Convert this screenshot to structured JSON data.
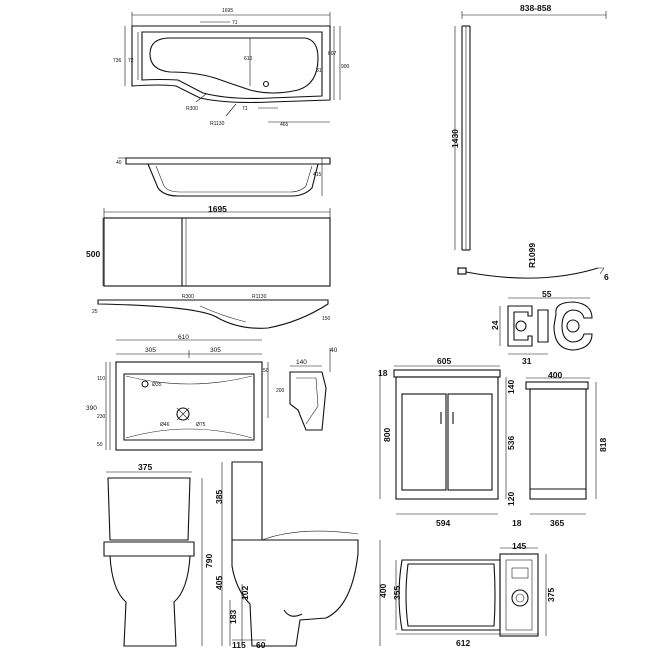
{
  "bath_top": {
    "length": "1695",
    "top_offset": "71",
    "left_depth_outer": "736",
    "left_depth_inner": "72",
    "centre_depth": "610",
    "right_depth_a": "807",
    "right_depth_b": "900",
    "right_small": "81",
    "radius_small": "R300",
    "radius_large": "R1130",
    "bottom_offset": "71",
    "bottom_right": "465"
  },
  "bath_side": {
    "rim": "40",
    "height": "415"
  },
  "bath_panel": {
    "width": "1695",
    "height": "500"
  },
  "bath_panel_top": {
    "depth": "25",
    "radius_small": "R300",
    "radius_large": "R1130",
    "end": "150"
  },
  "screen": {
    "width": "838-858",
    "height": "1430",
    "radius": "R1099",
    "swing": "6"
  },
  "profile": {
    "width": "55",
    "height": "24",
    "depth": "31"
  },
  "basin": {
    "width": "610",
    "half_left": "305",
    "half_right": "305",
    "depth": "390",
    "top_margin": "110",
    "middle": "230",
    "bottom_margin": "50",
    "tap_hole": "Ø35",
    "waste_a": "Ø46",
    "waste_b": "Ø75",
    "right_offset": "50",
    "right_height": "200"
  },
  "basin_side": {
    "width": "140",
    "lip": "40"
  },
  "vanity": {
    "top_width": "605",
    "top_thickness": "18",
    "height": "800",
    "upper": "140",
    "middle": "536",
    "plinth": "120",
    "bottom_width": "594"
  },
  "vanity_side": {
    "depth": "400",
    "height": "818",
    "bottom_left": "18",
    "bottom_depth": "365"
  },
  "wc_front": {
    "width": "375",
    "height": "790"
  },
  "wc_side": {
    "cistern": "385",
    "pan": "405",
    "outlet": "102",
    "floor": "183",
    "base_left": "115",
    "base_right": "60",
    "right_height": "400"
  },
  "wc_top": {
    "cistern_width": "145",
    "depth": "355",
    "right_depth": "375",
    "length": "612"
  }
}
